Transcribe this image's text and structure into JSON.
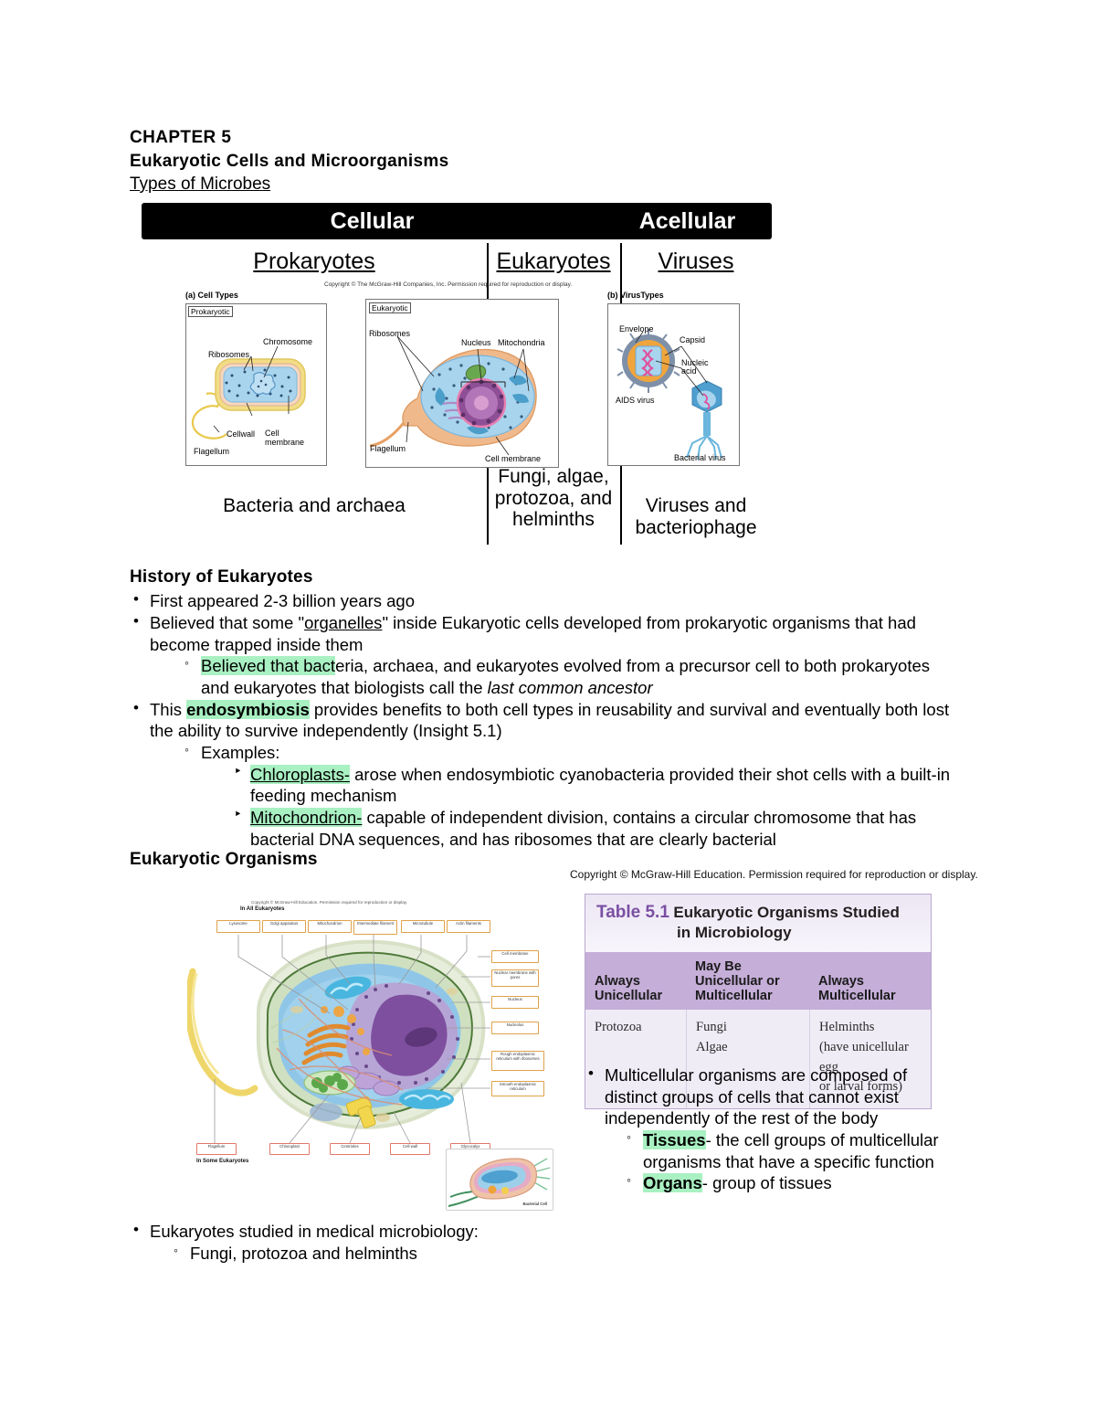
{
  "heading": {
    "chapter": "CHAPTER 5",
    "title": "Eukaryotic Cells and Microorganisms",
    "subtitle": "Types of Microbes"
  },
  "microbe_figure": {
    "bar": {
      "cellular": "Cellular",
      "acellular": "Acellular"
    },
    "columns": [
      "Prokaryotes",
      "Eukaryotes",
      "Viruses"
    ],
    "copyright": "Copyright © The McGraw-Hill Companies, Inc. Permission required for reproduction or display.",
    "captions": [
      "Bacteria and archaea",
      "Fungi, algae, protozoa, and helminths",
      "Viruses and bacteriophage"
    ],
    "prokaryote_panel": {
      "panel_label": "(a) Cell Types",
      "tag": "Prokaryotic",
      "labels": [
        "Chromosome",
        "Ribosomes",
        "Cellwall",
        "Cell membrane",
        "Flagellum"
      ]
    },
    "eukaryote_panel": {
      "tag": "Eukaryotic",
      "labels": [
        "Ribosomes",
        "Nucleus",
        "Mitochondria",
        "Flagellum",
        "Cell membrane"
      ]
    },
    "virus_panel": {
      "panel_label": "(b) VirusTypes",
      "labels": [
        "Envelope",
        "Capsid",
        "Nucleic acid",
        "AIDS virus",
        "Bacterial virus"
      ]
    }
  },
  "history": {
    "section_title": "History of Eukaryotes",
    "b1": "First appeared 2-3 billion years ago",
    "b2_a": "Believed that some \"",
    "b2_u": "organelles",
    "b2_b": "\" inside Eukaryotic cells developed from prokaryotic organisms that had become trapped inside them",
    "b2_sub_hl": "Believed that bact",
    "b2_sub_rest": "eria, archaea, and eukaryotes evolved from a precursor cell to both prokaryotes and eukaryotes that biologists call the ",
    "b2_sub_it": "last common ancestor",
    "b3_pre": "This ",
    "b3_hl": "endosymbiosis",
    "b3_post": " provides benefits to both cell types in reusability and survival and eventually both lost the ability to survive independently (Insight 5.1)",
    "examples_label": "Examples:",
    "ex1_term": "Chloroplasts-",
    "ex1_text": " arose when endosymbiotic cyanobacteria provided their shot cells with a built-in feeding mechanism",
    "ex2_term": "Mitochondrion-",
    "ex2_text": " capable of independent division, contains a circular chromosome that has bacterial DNA sequences, and has ribosomes that are clearly bacterial"
  },
  "organisms": {
    "section_title": "Eukaryotic Organisms",
    "table_copyright": "Copyright © McGraw-Hill Education. Permission required for reproduction or display.",
    "table": {
      "number": "Table 5.1",
      "title_line1": "Eukaryotic Organisms Studied",
      "title_line2": "in Microbiology",
      "columns": [
        "Always Unicellular",
        "May Be Unicellular or Multicellular",
        "Always Multicellular"
      ],
      "cells": [
        "Protozoa",
        "Fungi\nAlgae",
        "Helminths\n(have unicellular egg\nor larval forms)"
      ]
    },
    "right_bullet": "Multicellular organisms are composed of distinct groups of cells that cannot exist independently of the rest of the body",
    "tissues_term": "Tissues",
    "tissues_text": "- the cell groups of multicellular organisms that have a specific function",
    "organs_term": "Organs",
    "organs_text": "- group of tissues",
    "final_bullet": "Eukaryotes studied in medical microbiology:",
    "final_sub": "Fungi, protozoa and helminths"
  },
  "cell_figure": {
    "copyright": "Copyright © McGraw-Hill Education. Permission required for reproduction or display.",
    "group_top": "In All Eukaryotes",
    "group_bottom": "In Some Eukaryotes",
    "top_labels": [
      "Lysosome",
      "Golgi apparatus",
      "Mitochondrion",
      "Intermediate filament",
      "Microtubule",
      "Actin filaments"
    ],
    "right_labels": [
      "Cell membrane",
      "Nuclear membrane with pores",
      "Nucleus",
      "Nucleolus",
      "Rough endoplasmic reticulum with ribosomes",
      "Smooth endoplasmic reticulum"
    ],
    "bottom_labels": [
      "Flagellum",
      "Chloroplast",
      "Centrioles",
      "Cell wall",
      "Glycocalyx"
    ],
    "inset_caption": "Bacterial Cell"
  },
  "colors": {
    "highlight_green": "#a9f0c2",
    "table_header_purple": "#c5aed8",
    "table_number_purple": "#7a4fa3"
  }
}
